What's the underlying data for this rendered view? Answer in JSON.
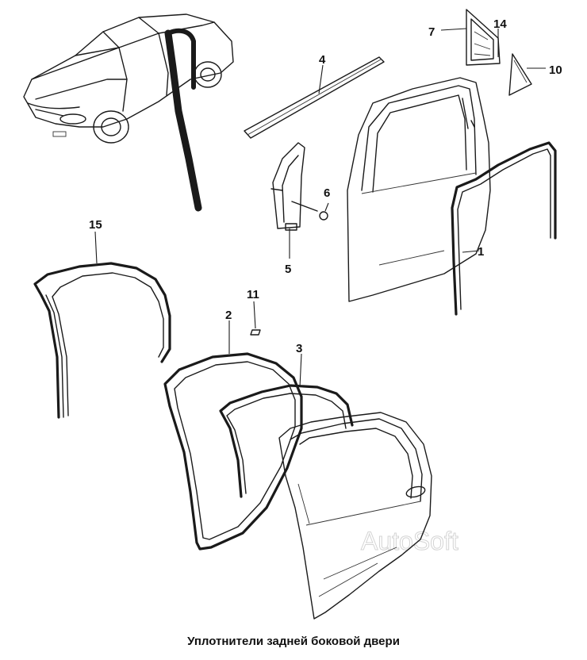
{
  "caption": "Уплотнители задней боковой двери",
  "watermark": "AutoSoft",
  "callouts": {
    "c1": "1",
    "c2": "2",
    "c3": "3",
    "c4": "4",
    "c5": "5",
    "c6": "6",
    "c7": "7",
    "c10": "10",
    "c11": "11",
    "c14": "14",
    "c15": "15"
  }
}
